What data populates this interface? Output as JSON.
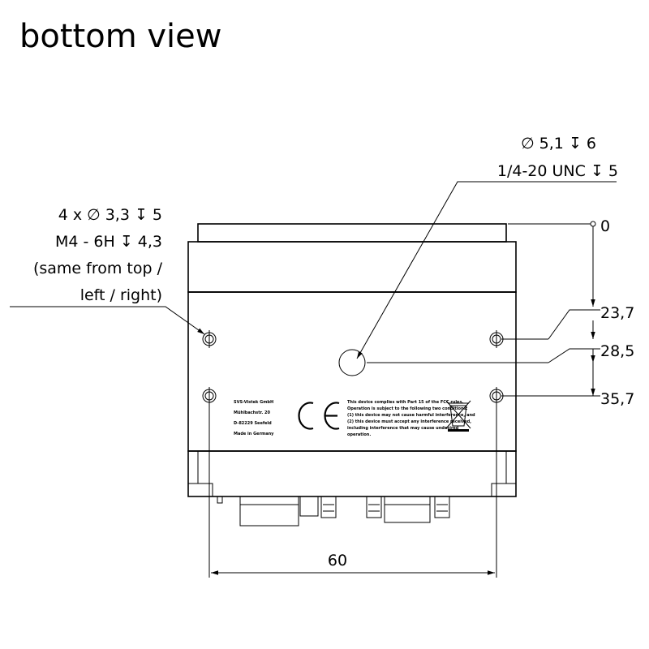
{
  "title": "bottom view",
  "hole_callout": {
    "line1": "4 x ∅ 3,3 ↧ 5",
    "line2": "M4 - 6H ↧ 4,3",
    "line3": "(same from top /",
    "line4": "left / right)"
  },
  "tripod_callout": {
    "line1": "∅ 5,1 ↧ 6",
    "line2": "1/4-20 UNC ↧ 5"
  },
  "vertical_dimensions": [
    "0",
    "23,7",
    "28,5",
    "35,7"
  ],
  "horizontal_dimension": "60",
  "label_plate": {
    "company": [
      "SVS-Vistek GmbH",
      "Mühlbachstr. 20",
      "D-82229 Seefeld",
      "Made in Germany"
    ],
    "ce_mark": "CE",
    "fcc_note": [
      "This device complies with Part 15 of the FCC rules.",
      "Operation is subject to the following two conditions:",
      "(1) this device may not cause harmful interference, and",
      "(2) this device must accept any interference received,",
      "including interference that may cause undesired",
      "operation."
    ]
  }
}
